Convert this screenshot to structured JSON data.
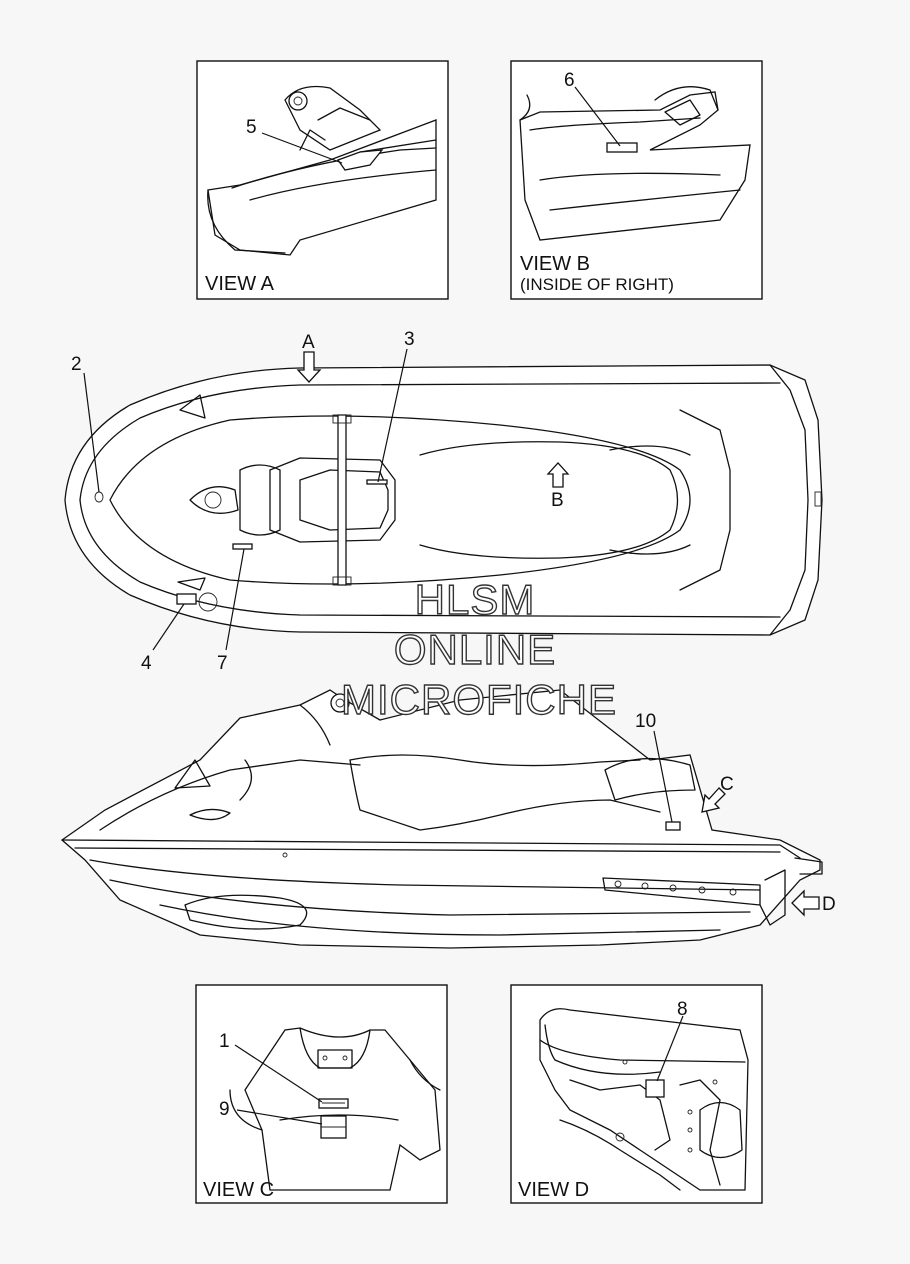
{
  "views": {
    "a": {
      "caption": "VIEW A"
    },
    "b": {
      "caption": "VIEW B",
      "subcaption": "(INSIDE OF RIGHT)"
    },
    "c": {
      "caption": "VIEW C"
    },
    "d": {
      "caption": "VIEW D"
    }
  },
  "callouts": {
    "c1": "1",
    "c2": "2",
    "c3": "3",
    "c4": "4",
    "c5": "5",
    "c6": "6",
    "c7": "7",
    "c8": "8",
    "c9": "9",
    "c10": "10"
  },
  "view_markers": {
    "a": "A",
    "b": "B",
    "c": "C",
    "d": "D"
  },
  "watermark": {
    "line1": "HLSM",
    "line2": "ONLINE",
    "line3": "MICROFICHE"
  },
  "colors": {
    "background": "#f7f7f7",
    "ink": "#111111",
    "panel": "#ffffff"
  }
}
